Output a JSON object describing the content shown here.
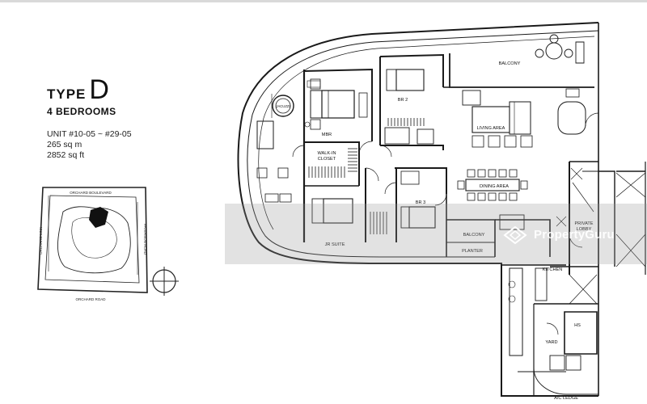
{
  "header": {
    "type_prefix": "TYPE",
    "type_letter": "D",
    "bedrooms": "4 BEDROOMS",
    "unit_range": "UNIT #10-05 ~ #29-05",
    "area_sqm": "265 sq m",
    "area_sqft": "2852 sq ft"
  },
  "site_plan": {
    "road_top": "ORCHARD BOULEVARD",
    "road_right": "PATERSON ROAD",
    "road_bottom": "ORCHARD ROAD",
    "road_left": "ORCHARD LINK"
  },
  "rooms": {
    "balcony_top": "BALCONY",
    "br2": "BR 2",
    "mbr": "MBR",
    "living": "LIVING AREA",
    "jacuzzi": "JACUZZI",
    "walkin": "WALK-IN",
    "closet": "CLOSET",
    "dining": "DINING AREA",
    "jr_suite": "JR SUITE",
    "br3": "BR 3",
    "balcony_mid": "BALCONY",
    "planter": "PLANTER",
    "private": "PRIVATE",
    "lobby": "LOBBY",
    "kitchen": "KITCHEN",
    "yard": "YARD",
    "hs": "HS",
    "ac_ledge": "A/C LEDGE"
  },
  "watermark": {
    "brand": "PropertyGuru"
  },
  "colors": {
    "line": "#1a1a1a",
    "watermark_band": "#969696"
  }
}
